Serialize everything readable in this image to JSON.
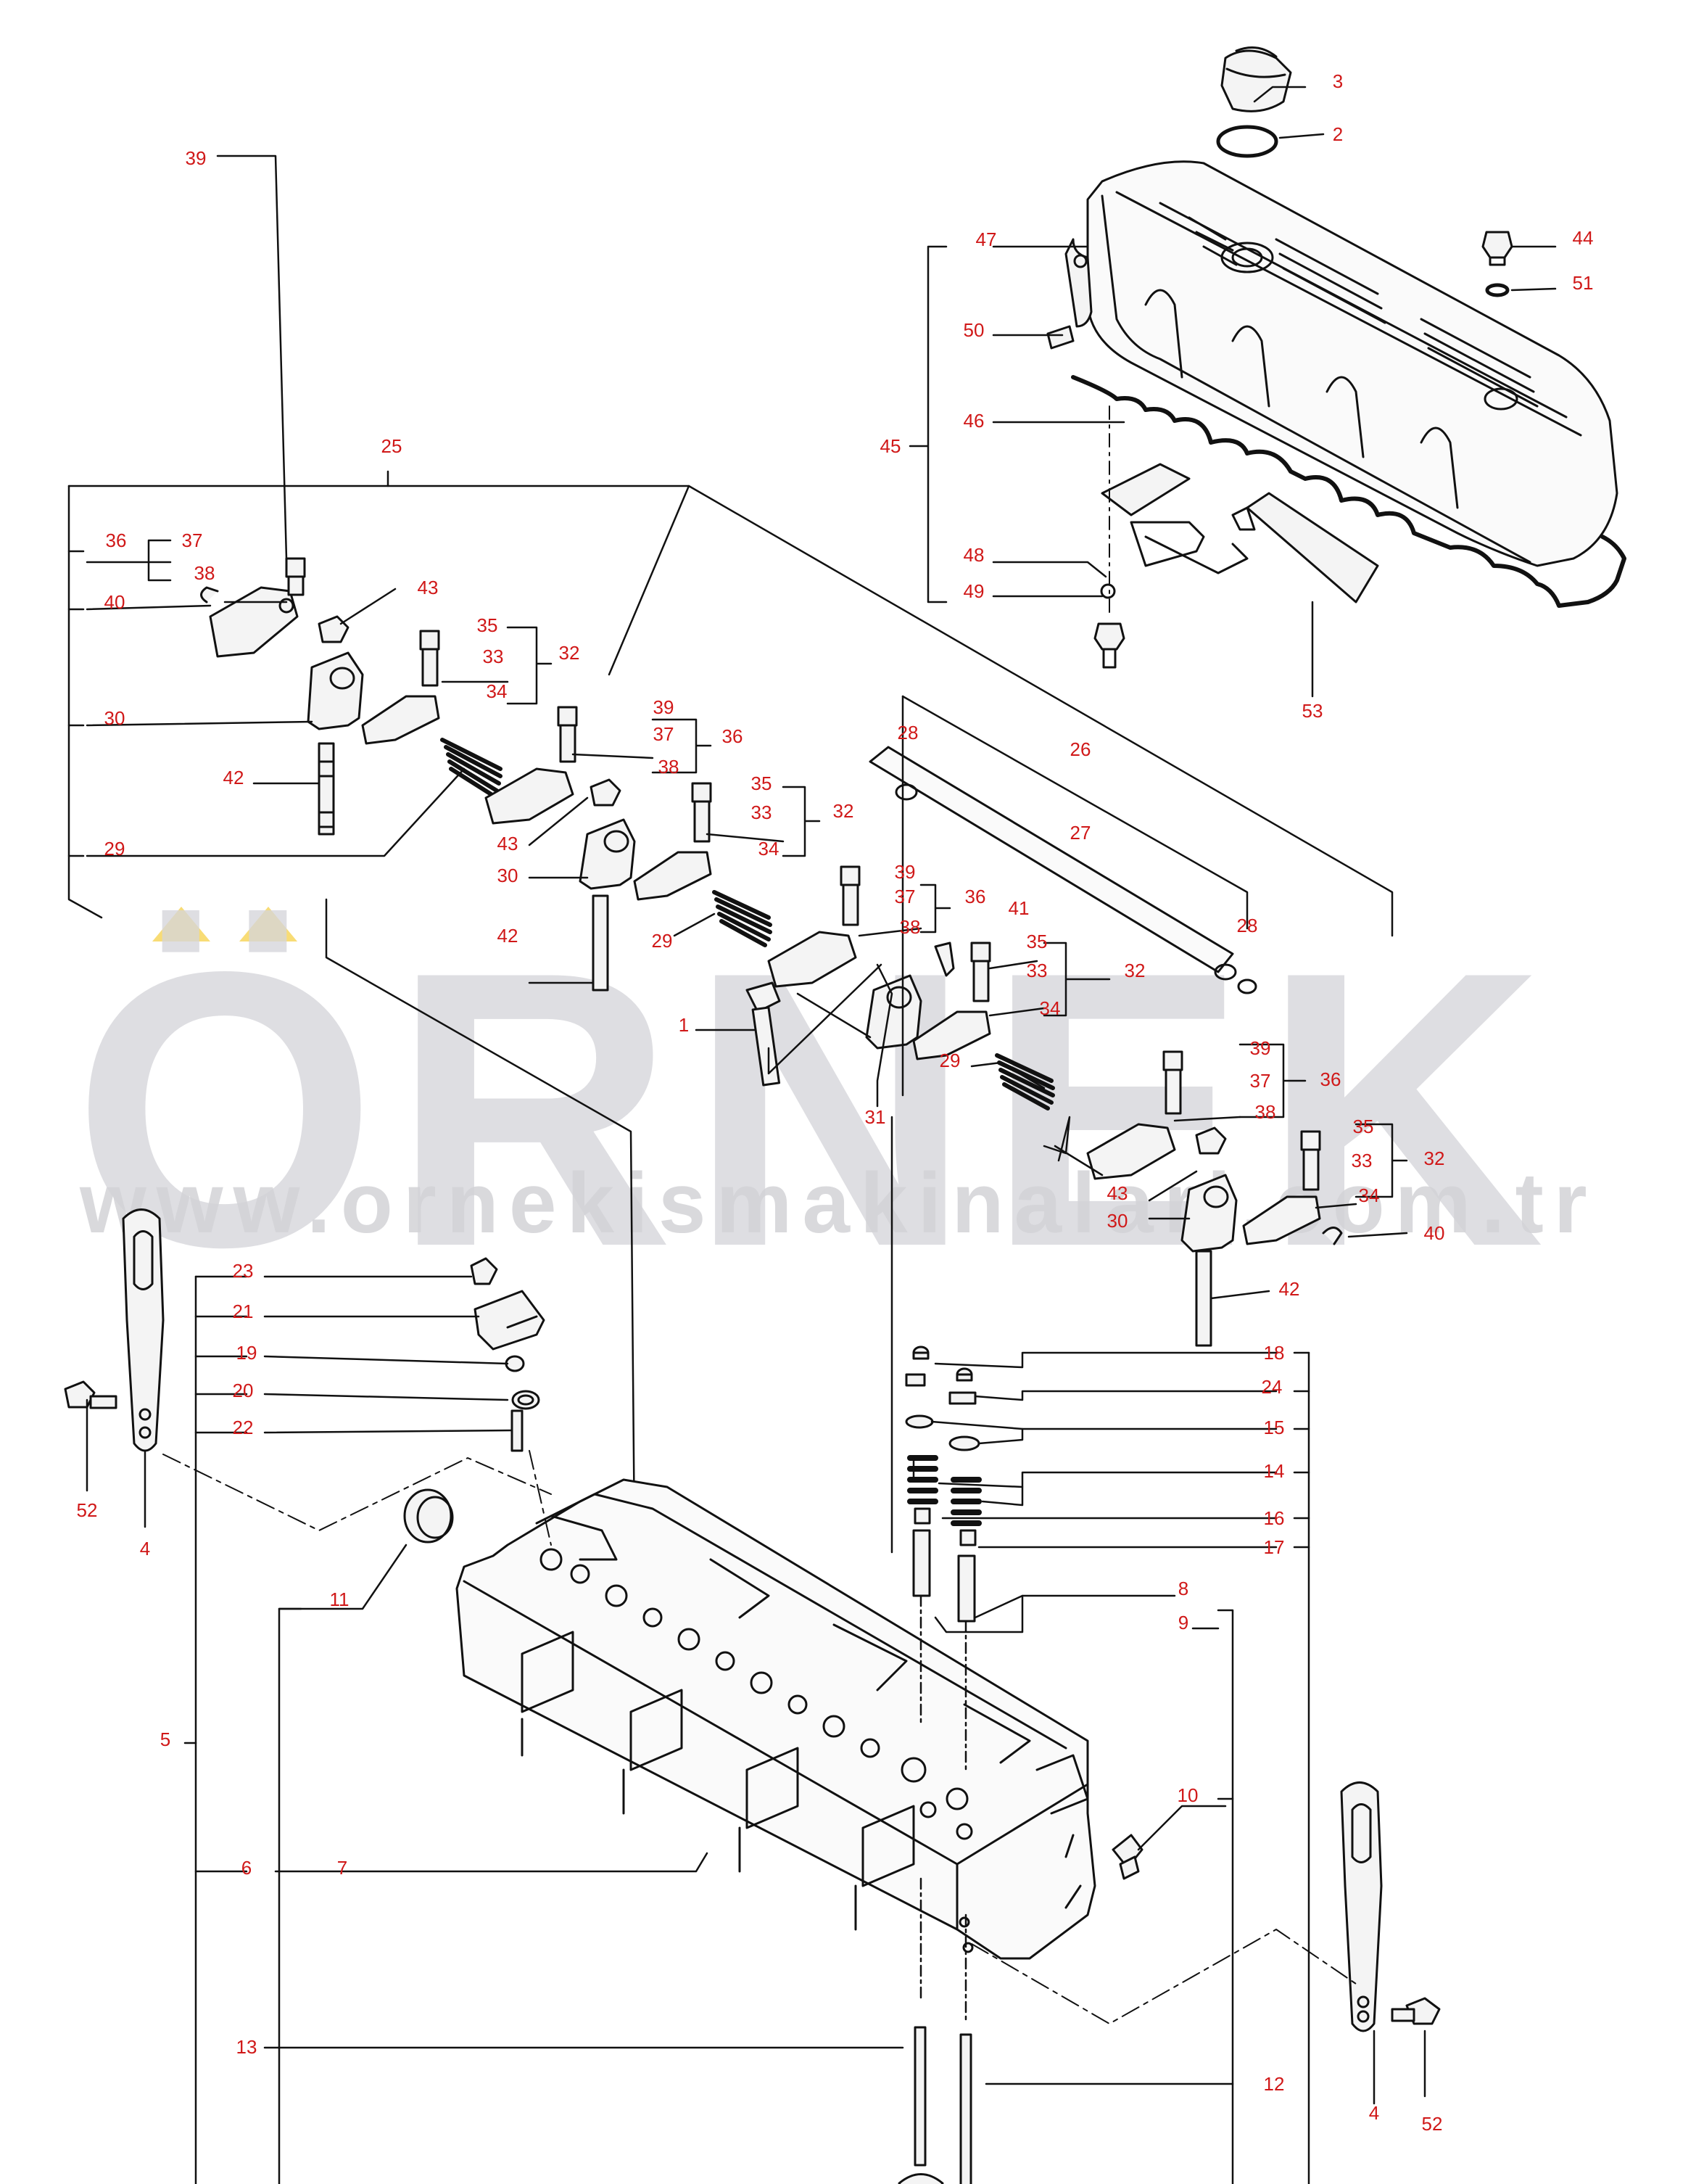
{
  "diagram": {
    "accent_color": "#f3c419",
    "label_color": "#d01818",
    "watermark_color": "#d6d6da"
  },
  "watermark": {
    "brand": "ÖRNEK",
    "url": "www.ornekismakinalari.com.tr"
  },
  "callouts": [
    {
      "id": "c3",
      "text": "3"
    },
    {
      "id": "c2",
      "text": "2"
    },
    {
      "id": "c44",
      "text": "44"
    },
    {
      "id": "c51",
      "text": "51"
    },
    {
      "id": "c47",
      "text": "47"
    },
    {
      "id": "c50",
      "text": "50"
    },
    {
      "id": "c46",
      "text": "46"
    },
    {
      "id": "c45",
      "text": "45"
    },
    {
      "id": "c48",
      "text": "48"
    },
    {
      "id": "c49",
      "text": "49"
    },
    {
      "id": "c53",
      "text": "53"
    },
    {
      "id": "c25",
      "text": "25"
    },
    {
      "id": "c39a",
      "text": "39"
    },
    {
      "id": "c37a",
      "text": "37"
    },
    {
      "id": "c36a",
      "text": "36"
    },
    {
      "id": "c38a",
      "text": "38"
    },
    {
      "id": "c40a",
      "text": "40"
    },
    {
      "id": "c43a",
      "text": "43"
    },
    {
      "id": "c35a",
      "text": "35"
    },
    {
      "id": "c33a",
      "text": "33"
    },
    {
      "id": "c32a",
      "text": "32"
    },
    {
      "id": "c34a",
      "text": "34"
    },
    {
      "id": "c30a",
      "text": "30"
    },
    {
      "id": "c42a",
      "text": "42"
    },
    {
      "id": "c29a",
      "text": "29"
    },
    {
      "id": "c39b",
      "text": "39"
    },
    {
      "id": "c37b",
      "text": "37"
    },
    {
      "id": "c36b",
      "text": "36"
    },
    {
      "id": "c38b",
      "text": "38"
    },
    {
      "id": "c35b",
      "text": "35"
    },
    {
      "id": "c33b",
      "text": "33"
    },
    {
      "id": "c32b",
      "text": "32"
    },
    {
      "id": "c34b",
      "text": "34"
    },
    {
      "id": "c43b",
      "text": "43"
    },
    {
      "id": "c30b",
      "text": "30"
    },
    {
      "id": "c42b",
      "text": "42"
    },
    {
      "id": "c29b",
      "text": "29"
    },
    {
      "id": "c28a",
      "text": "28"
    },
    {
      "id": "c26",
      "text": "26"
    },
    {
      "id": "c27",
      "text": "27"
    },
    {
      "id": "c28b",
      "text": "28"
    },
    {
      "id": "c39c",
      "text": "39"
    },
    {
      "id": "c37c",
      "text": "37"
    },
    {
      "id": "c36c",
      "text": "36"
    },
    {
      "id": "c38c",
      "text": "38"
    },
    {
      "id": "c41",
      "text": "41"
    },
    {
      "id": "c35c",
      "text": "35"
    },
    {
      "id": "c33c",
      "text": "33"
    },
    {
      "id": "c32c",
      "text": "32"
    },
    {
      "id": "c34c",
      "text": "34"
    },
    {
      "id": "c1",
      "text": "1"
    },
    {
      "id": "c31",
      "text": "31"
    },
    {
      "id": "c29c",
      "text": "29"
    },
    {
      "id": "c39d",
      "text": "39"
    },
    {
      "id": "c37d",
      "text": "37"
    },
    {
      "id": "c36d",
      "text": "36"
    },
    {
      "id": "c38d",
      "text": "38"
    },
    {
      "id": "c35d",
      "text": "35"
    },
    {
      "id": "c33d",
      "text": "33"
    },
    {
      "id": "c32d",
      "text": "32"
    },
    {
      "id": "c34d",
      "text": "34"
    },
    {
      "id": "c43c",
      "text": "43"
    },
    {
      "id": "c30c",
      "text": "30"
    },
    {
      "id": "c40b",
      "text": "40"
    },
    {
      "id": "c42c",
      "text": "42"
    },
    {
      "id": "c23",
      "text": "23"
    },
    {
      "id": "c21",
      "text": "21"
    },
    {
      "id": "c19",
      "text": "19"
    },
    {
      "id": "c20",
      "text": "20"
    },
    {
      "id": "c22",
      "text": "22"
    },
    {
      "id": "c52a",
      "text": "52"
    },
    {
      "id": "c4a",
      "text": "4"
    },
    {
      "id": "c11",
      "text": "11"
    },
    {
      "id": "c5",
      "text": "5"
    },
    {
      "id": "c6",
      "text": "6"
    },
    {
      "id": "c7",
      "text": "7"
    },
    {
      "id": "c18",
      "text": "18"
    },
    {
      "id": "c24",
      "text": "24"
    },
    {
      "id": "c15",
      "text": "15"
    },
    {
      "id": "c14",
      "text": "14"
    },
    {
      "id": "c16",
      "text": "16"
    },
    {
      "id": "c17",
      "text": "17"
    },
    {
      "id": "c8",
      "text": "8"
    },
    {
      "id": "c9",
      "text": "9"
    },
    {
      "id": "c10",
      "text": "10"
    },
    {
      "id": "c13",
      "text": "13"
    },
    {
      "id": "c12",
      "text": "12"
    },
    {
      "id": "c4b",
      "text": "4"
    },
    {
      "id": "c52b",
      "text": "52"
    }
  ]
}
